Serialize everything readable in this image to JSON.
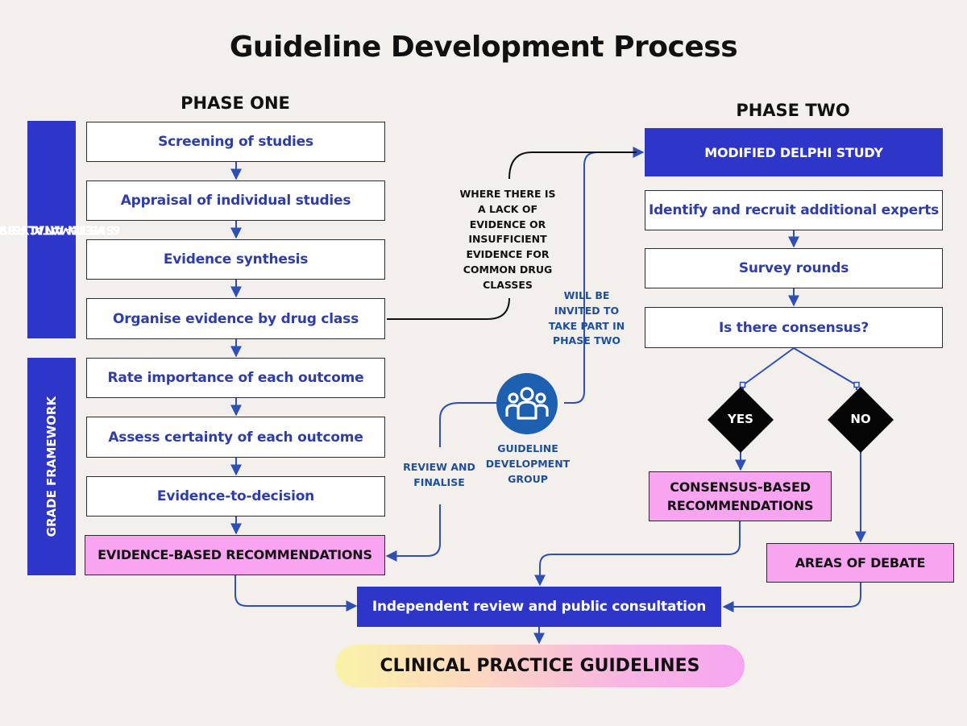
{
  "title": "Guideline Development Process",
  "phase_one": {
    "heading": "PHASE ONE",
    "sidebar_top": [
      "SYSTEMATIC REVIEW",
      "& META-ANALYSIS"
    ],
    "sidebar_bottom": "GRADE FRAMEWORK",
    "steps": [
      "Screening of studies",
      "Appraisal of individual studies",
      "Evidence synthesis",
      "Organise evidence by drug class",
      "Rate importance of each outcome",
      "Assess certainty of each outcome",
      "Evidence-to-decision"
    ],
    "output": "EVIDENCE-BASED RECOMMENDATIONS"
  },
  "phase_two": {
    "heading": "PHASE TWO",
    "header_box": "MODIFIED DELPHI STUDY",
    "steps": [
      "Identify and recruit additional experts",
      "Survey rounds",
      "Is there consensus?"
    ],
    "yes": "YES",
    "no": "NO",
    "consensus_output": [
      "CONSENSUS-BASED",
      "RECOMMENDATIONS"
    ],
    "debate_output": "AREAS OF DEBATE"
  },
  "notes": {
    "lack_of_evidence": [
      "WHERE THERE IS",
      "A LACK OF",
      "EVIDENCE OR",
      "INSUFFICIENT",
      "EVIDENCE FOR",
      "COMMON DRUG",
      "CLASSES"
    ],
    "invited": [
      "WILL BE",
      "INVITED TO",
      "TAKE PART IN",
      "PHASE TWO"
    ],
    "review": [
      "REVIEW AND",
      "FINALISE"
    ],
    "gdg": [
      "GUIDELINE",
      "DEVELOPMENT",
      "GROUP"
    ]
  },
  "review_box": "Independent review and public consultation",
  "final": "CLINICAL PRACTICE GUIDELINES",
  "icons": {
    "group": "group-people-icon"
  },
  "colors": {
    "blue": "#2d36c8",
    "text_blue": "#2e3ea7",
    "pink": "#f8a4f0",
    "arrow": "#2e4fb3",
    "background": "#f3efed"
  }
}
